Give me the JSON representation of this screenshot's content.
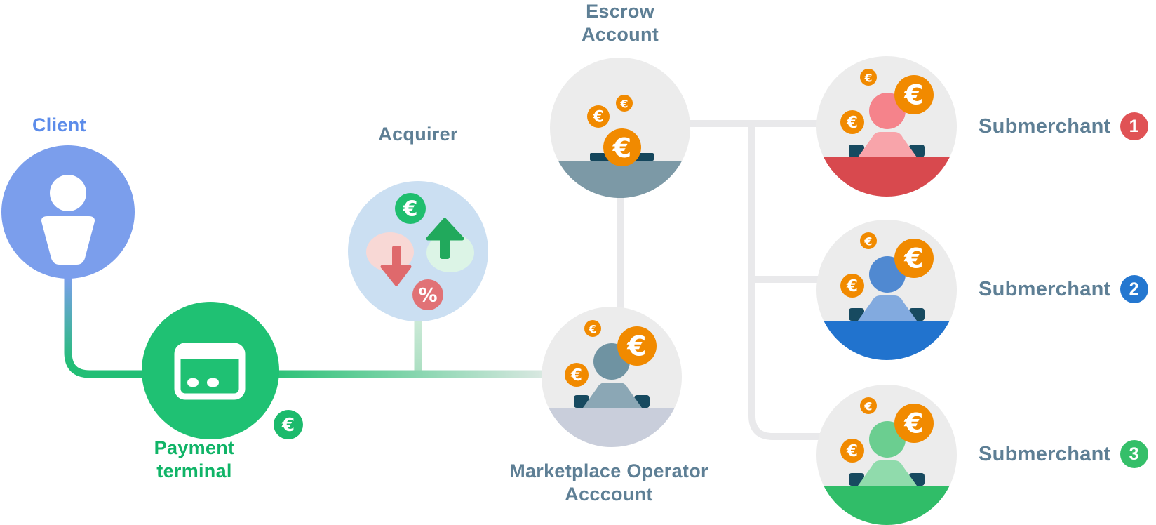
{
  "symbols": {
    "euro": "€",
    "percent": "%"
  },
  "nodes": {
    "client": {
      "label": "Client",
      "icon": "person-icon"
    },
    "payment_terminal": {
      "label_line1": "Payment",
      "label_line2": "terminal",
      "icon": "credit-card-icon"
    },
    "acquirer": {
      "label": "Acquirer",
      "icon": "currency-exchange-icon"
    },
    "escrow_account": {
      "label_line1": "Escrow",
      "label_line2": "Account",
      "icon": "coin-deposit-icon"
    },
    "marketplace_operator": {
      "label_line1": "Marketplace Operator",
      "label_line2": "Acccount",
      "icon": "merchant-desk-icon"
    },
    "submerchants": [
      {
        "label": "Submerchant",
        "badge": "1",
        "accent": "#D8494E"
      },
      {
        "label": "Submerchant",
        "badge": "2",
        "accent": "#2173CE"
      },
      {
        "label": "Submerchant",
        "badge": "3",
        "accent": "#30BD68"
      }
    ]
  },
  "colors": {
    "client_blue": "#7B9EEC",
    "client_label_blue": "#5C8CEA",
    "terminal_green": "#1FC173",
    "payment_label_green": "#10B467",
    "acquirer_light_blue": "#CBDFF2",
    "slate_label": "#5E7F95",
    "coin_orange": "#F18A00",
    "escrow_bottom_slate": "#7C99A6",
    "desk_dark_teal": "#174A60",
    "marketplace_bottom_gray": "#C9CEDB",
    "badge_red": "#E05255",
    "badge_blue": "#2477D0",
    "badge_green": "#35BF69",
    "connector_gray": "#E9E9EB"
  }
}
